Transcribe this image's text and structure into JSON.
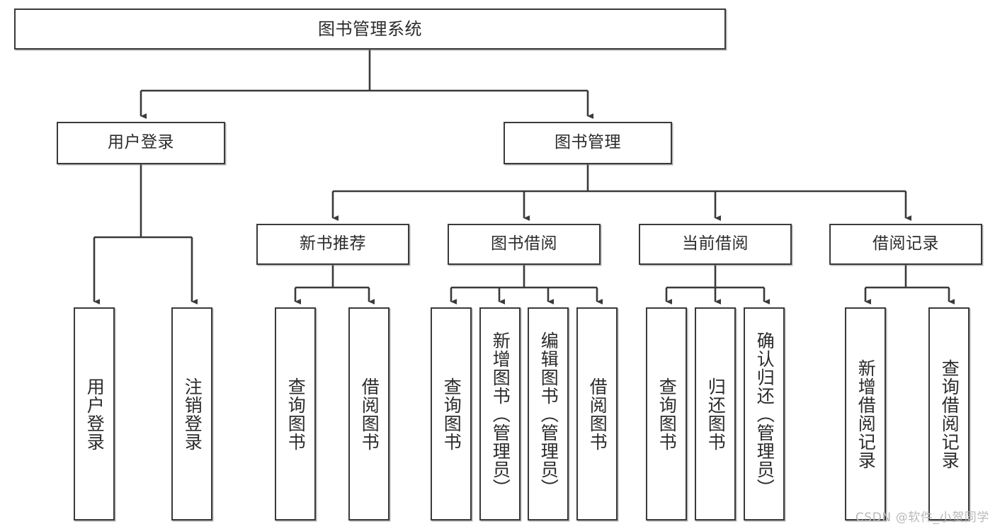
{
  "diagram": {
    "type": "tree-hierarchy",
    "title": "图书管理系统",
    "watermark": "CSDN @软件_小贺同学",
    "colors": {
      "box_border": "#3a3a3a",
      "box_fill": "#ffffff",
      "connector": "#3a3a3a",
      "text": "#2b2b2b",
      "watermark": "#b8b8b8"
    },
    "nodes": {
      "root": {
        "label": "图书管理系统"
      },
      "level2": [
        {
          "id": "user-login",
          "label": "用户登录"
        },
        {
          "id": "book-manage",
          "label": "图书管理"
        }
      ],
      "level3": [
        {
          "id": "new-book-rec",
          "label": "新书推荐"
        },
        {
          "id": "book-borrow",
          "label": "图书借阅"
        },
        {
          "id": "current-borrow",
          "label": "当前借阅"
        },
        {
          "id": "borrow-record",
          "label": "借阅记录"
        }
      ],
      "leaves": {
        "user-login": [
          {
            "id": "leaf-user-login",
            "label": "用户登录"
          },
          {
            "id": "leaf-logout",
            "label": "注销登录"
          }
        ],
        "new-book-rec": [
          {
            "id": "leaf-query-book-1",
            "label": "查询图书"
          },
          {
            "id": "leaf-borrow-book-1",
            "label": "借阅图书"
          }
        ],
        "book-borrow": [
          {
            "id": "leaf-query-book-2",
            "label": "查询图书"
          },
          {
            "id": "leaf-add-book",
            "label": "新增图书（管理员）"
          },
          {
            "id": "leaf-edit-book",
            "label": "编辑图书（管理员）"
          },
          {
            "id": "leaf-borrow-book-2",
            "label": "借阅图书"
          }
        ],
        "current-borrow": [
          {
            "id": "leaf-query-book-3",
            "label": "查询图书"
          },
          {
            "id": "leaf-return-book",
            "label": "归还图书"
          },
          {
            "id": "leaf-confirm-return",
            "label": "确认归还（管理员）"
          }
        ],
        "borrow-record": [
          {
            "id": "leaf-add-record",
            "label": "新增借阅记录"
          },
          {
            "id": "leaf-query-record",
            "label": "查询借阅记录"
          }
        ]
      }
    }
  }
}
